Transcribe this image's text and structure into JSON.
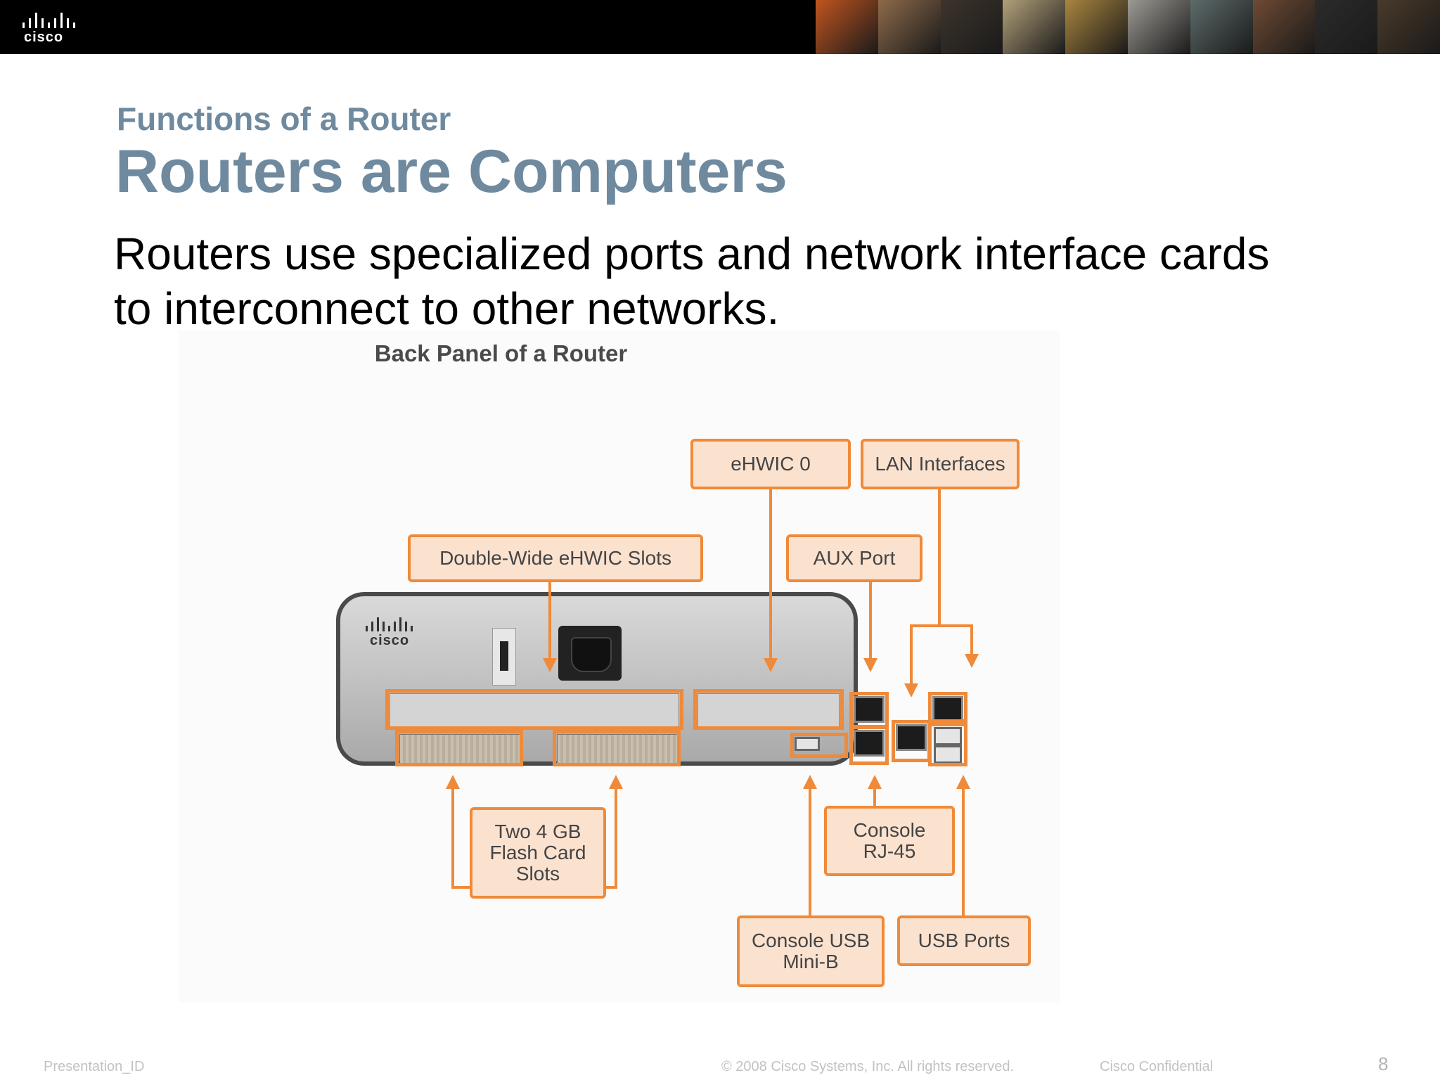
{
  "header": {
    "logo_text": "cisco",
    "photo_colors": [
      "#c0551f",
      "#8d6a4a",
      "#3d342c",
      "#b2a07a",
      "#a9853f",
      "#9d9a94",
      "#5c6b6a",
      "#6e4a32",
      "#2b2b2b",
      "#4a3a2a"
    ]
  },
  "slide": {
    "subtitle": "Functions of a Router",
    "title": "Routers are Computers",
    "body": "Routers use specialized ports and network interface cards to interconnect to other networks."
  },
  "figure": {
    "caption": "Back Panel of a Router",
    "router_logo_text": "cisco",
    "callouts": {
      "ehwic0": "eHWIC 0",
      "lan": "LAN Interfaces",
      "double_wide": "Double-Wide eHWIC Slots",
      "aux": "AUX Port",
      "flash": "Two 4 GB Flash Card Slots",
      "console_rj45": "Console RJ-45",
      "console_usb": "Console USB Mini-B",
      "usb_ports": "USB Ports"
    }
  },
  "footer": {
    "presentation_id": "Presentation_ID",
    "copyright": "© 2008 Cisco Systems, Inc. All rights reserved.",
    "confidential": "Cisco Confidential",
    "page_number": "8"
  },
  "colors": {
    "heading": "#6f8a9f",
    "accent_orange": "#ef8a3a",
    "callout_fill": "#fbe2cf",
    "banner": "#000000"
  }
}
